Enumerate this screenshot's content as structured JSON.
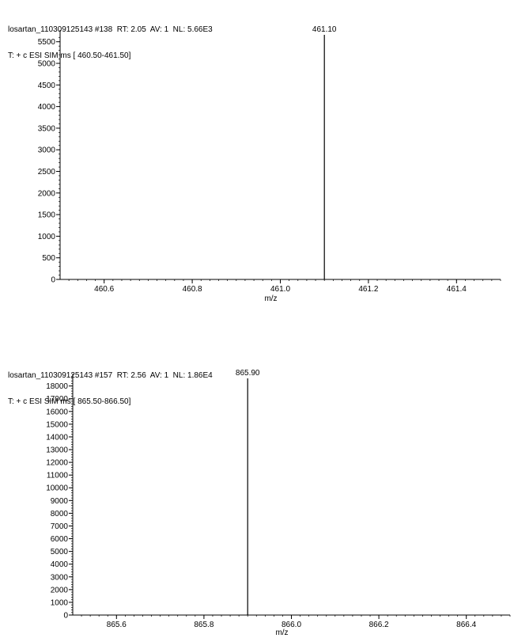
{
  "charts": [
    {
      "header_line1": "losartan_110309125143 #138  RT: 2.05  AV: 1  NL: 5.66E3",
      "header_line2": "T: + c ESI SIM ms [ 460.50-461.50]"
    },
    {
      "header_line1": "losartan_110309125143 #157  RT: 2.56  AV: 1  NL: 1.86E4",
      "header_line2": "T: + c ESI SIM ms [ 865.50-866.50]"
    }
  ],
  "chart_data": [
    {
      "type": "bar",
      "title": "",
      "xlabel": "m/z",
      "ylabel": "",
      "xlim": [
        460.5,
        461.5
      ],
      "ylim": [
        0,
        5660
      ],
      "xticks": [
        460.6,
        460.8,
        461.0,
        461.2,
        461.4
      ],
      "xtick_labels": [
        "460.6",
        "460.8",
        "461.0",
        "461.2",
        "461.4"
      ],
      "yticks": [
        0,
        500,
        1000,
        1500,
        2000,
        2500,
        3000,
        3500,
        4000,
        4500,
        5000,
        5500
      ],
      "ytick_labels": [
        "0",
        "500",
        "1000",
        "1500",
        "2000",
        "2500",
        "3000",
        "3500",
        "4000",
        "4500",
        "5000",
        "5500"
      ],
      "peaks": [
        {
          "x": 461.1,
          "y": 5660,
          "label": "461.10"
        }
      ],
      "grid": false
    },
    {
      "type": "bar",
      "title": "",
      "xlabel": "m/z",
      "ylabel": "",
      "xlim": [
        865.5,
        866.5
      ],
      "ylim": [
        0,
        18600
      ],
      "xticks": [
        865.6,
        865.8,
        866.0,
        866.2,
        866.4
      ],
      "xtick_labels": [
        "865.6",
        "865.8",
        "866.0",
        "866.2",
        "866.4"
      ],
      "yticks": [
        0,
        1000,
        2000,
        3000,
        4000,
        5000,
        6000,
        7000,
        8000,
        9000,
        10000,
        11000,
        12000,
        13000,
        14000,
        15000,
        16000,
        17000,
        18000
      ],
      "ytick_labels": [
        "0",
        "1000",
        "2000",
        "3000",
        "4000",
        "5000",
        "6000",
        "7000",
        "8000",
        "9000",
        "10000",
        "11000",
        "12000",
        "13000",
        "14000",
        "15000",
        "16000",
        "17000",
        "18000"
      ],
      "peaks": [
        {
          "x": 865.9,
          "y": 18600,
          "label": "865.90"
        }
      ],
      "grid": false
    }
  ]
}
